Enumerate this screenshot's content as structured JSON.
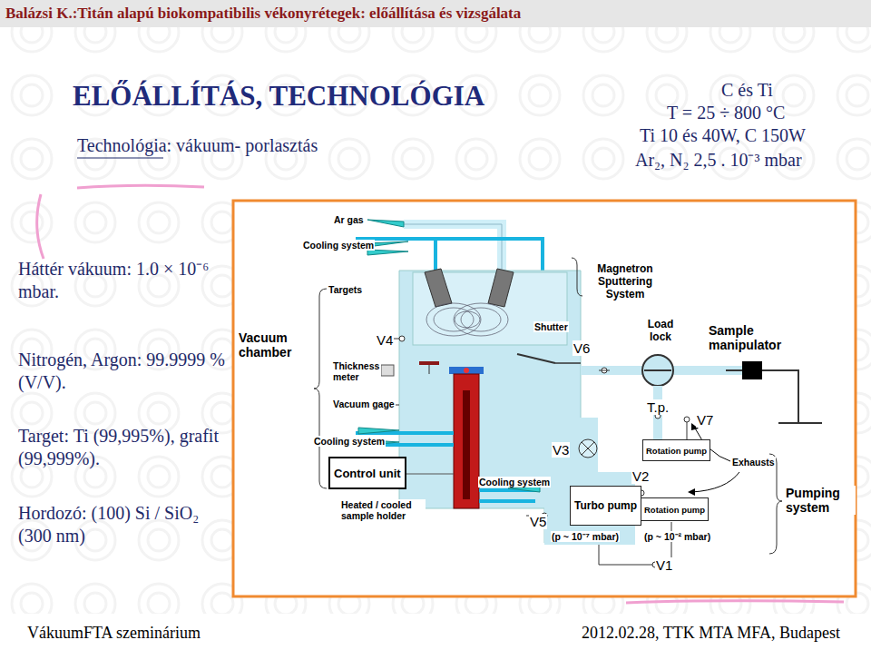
{
  "diagram": {
    "title": "ELŐÁLLÍTÁS, TECHNOLÓGIA",
    "nodes": [
      {
        "text": [
          "Rotation pump"
        ]
      },
      {
        "text": [
          "Control unit"
        ]
      },
      {
        "text": [
          "Turbo pump"
        ]
      },
      {
        "text": [
          "Rotation pump"
        ]
      }
    ],
    "edges": [
      {
        "from": 2,
        "to": 3,
        "arrow": "none"
      }
    ],
    "labels": [
      "Balázsi K.:Titán alapú biokompatibilis vékonyrétegek: előállítása és vizsgálata",
      "Technológia: vákuum- porlasztás",
      "C és Ti",
      "T = 25 ÷ 800 °C",
      "Ti 10 és 40W, C 150W",
      "Ar₂, N₂ 2,5 . 10⁻³ mbar",
      "Háttér vákuum: 1.0 × 10⁻⁶ mbar.",
      "Nitrogén, Argon: 99.9999 % (V/V).",
      "Target: Ti (99,995%), grafit (99,999%).",
      "Hordozó: (100) Si / SiO₂ (300 nm)",
      "Ar gas",
      "Cooling system",
      "Targets",
      "Magnetron Sputtering System",
      "Shutter",
      "Vacuum chamber",
      "V4",
      "Thickness meter",
      "V6",
      "Load lock",
      "Sample manipulator",
      "Vacuum gage",
      "T.p.",
      "V7",
      "Cooling system",
      "V3",
      "Exhausts",
      "Heated / cooled sample holder",
      "V2",
      "V5",
      "Pumping system",
      "(p ~ 10⁻⁷ mbar)",
      "(p ~ 10⁻² mbar)",
      "V1",
      "VákuumFTA szeminárium",
      "2012.02.28, TTK MTA MFA, Budapest",
      "Cooling system"
    ]
  }
}
